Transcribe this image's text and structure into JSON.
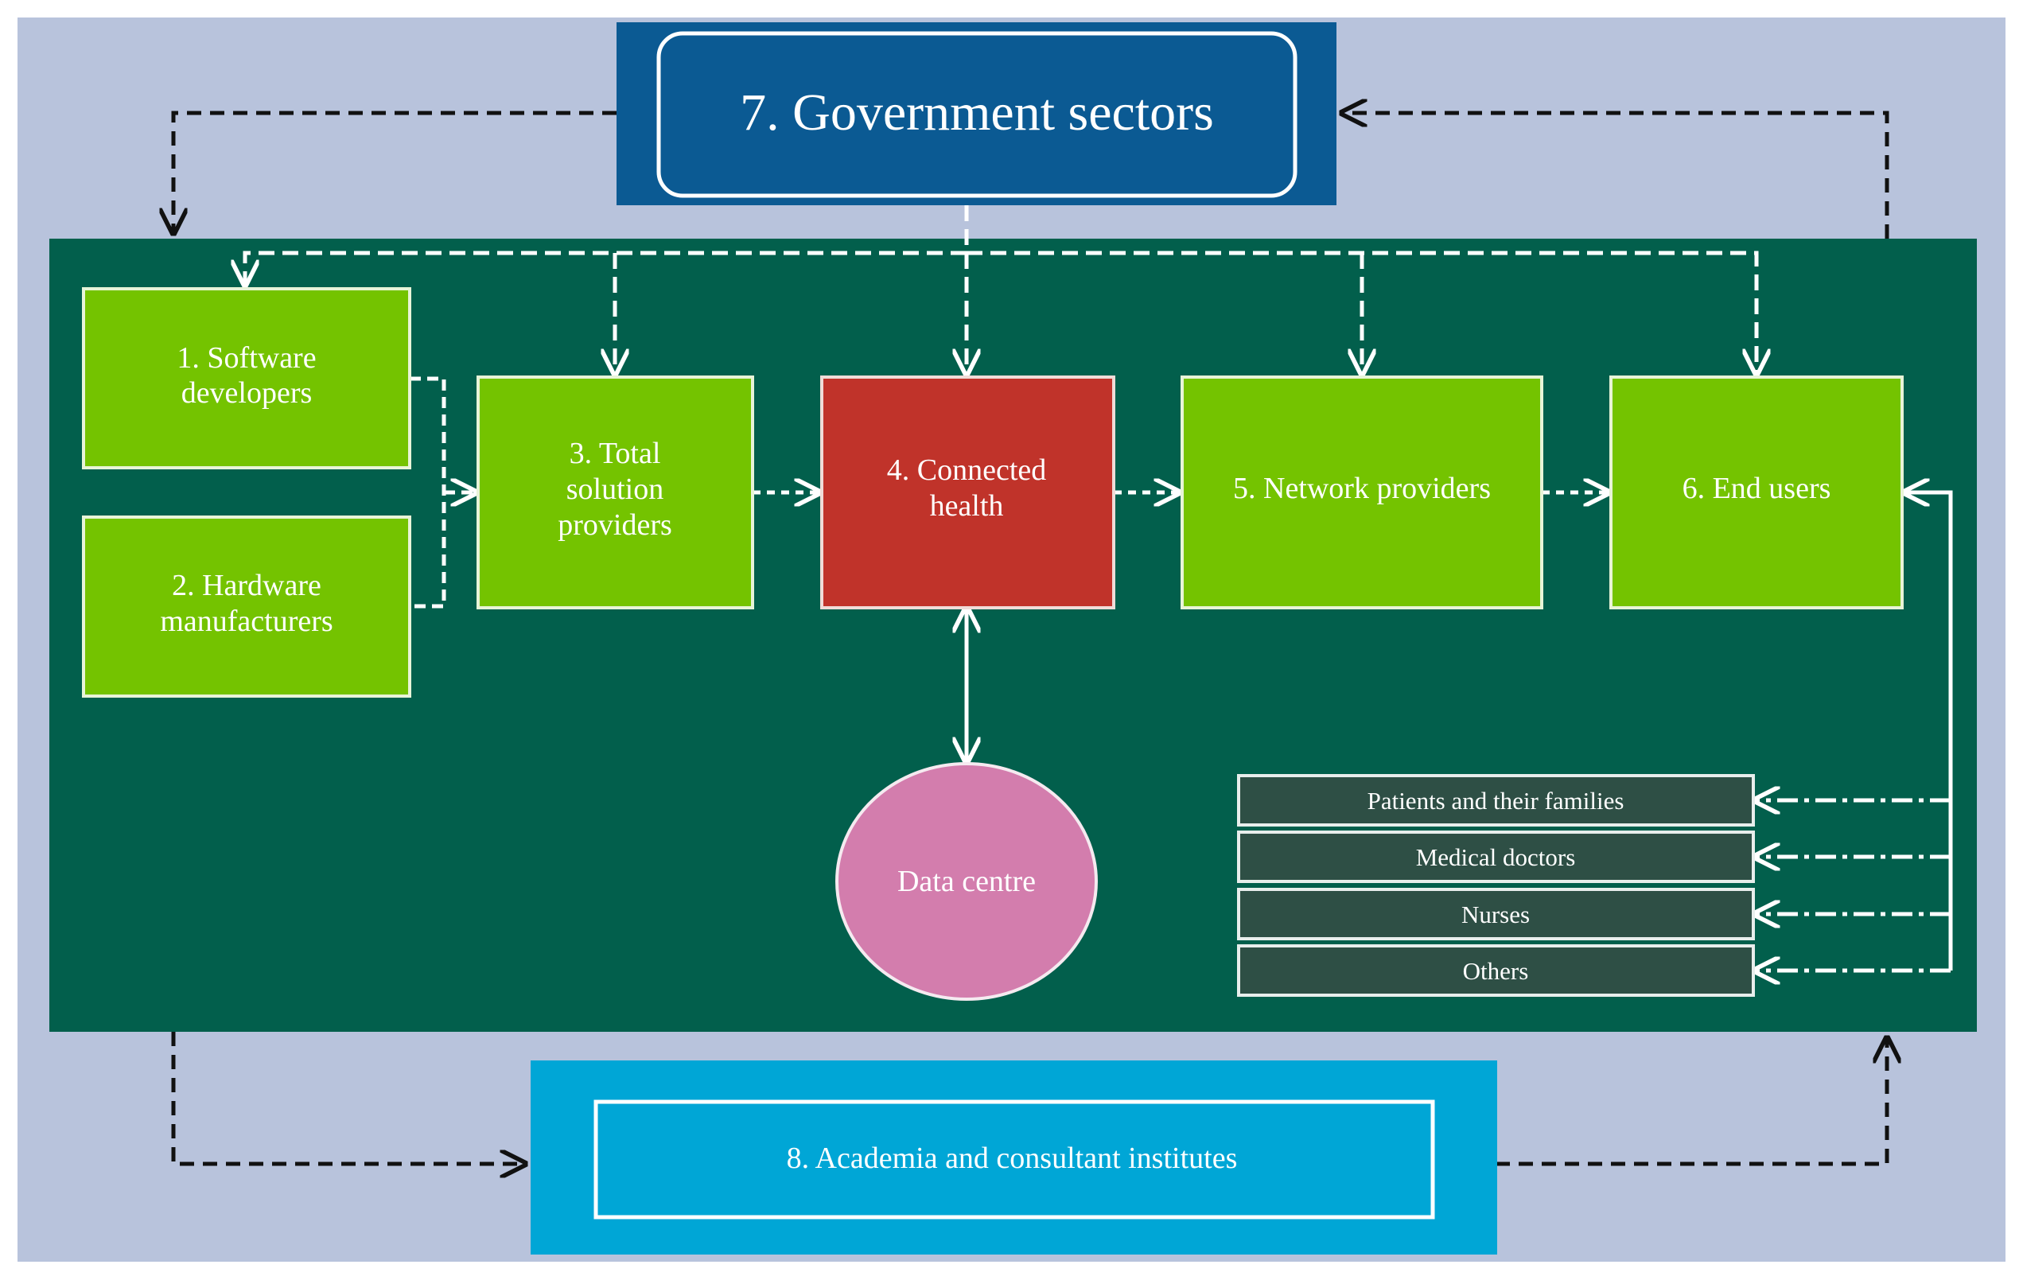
{
  "nodes": {
    "government": {
      "label": "7. Government sectors"
    },
    "software": {
      "line1": "1.  Software",
      "line2": "developers"
    },
    "hardware": {
      "line1": "2.  Hardware",
      "line2": "manufacturers"
    },
    "total_solution": {
      "line1": "3. Total",
      "line2": "solution",
      "line3": "providers"
    },
    "connected_health": {
      "line1": "4. Connected",
      "line2": "health"
    },
    "network": {
      "label": "5. Network providers"
    },
    "end_users": {
      "label": "6. End users"
    },
    "data_centre": {
      "label": "Data centre"
    },
    "academia": {
      "label": "8. Academia and consultant institutes"
    }
  },
  "user_groups": [
    {
      "label": "Patients and their families"
    },
    {
      "label": "Medical doctors"
    },
    {
      "label": "Nurses"
    },
    {
      "label": "Others"
    }
  ],
  "colors": {
    "background": "#b8c3dc",
    "panel": "#025f4c",
    "green_box": "#74c300",
    "red_box": "#c0332a",
    "government_box": "#0b5a93",
    "academia_box": "#00a6d6",
    "data_centre": "#d37dad",
    "user_group_box": "#2e4f45"
  }
}
